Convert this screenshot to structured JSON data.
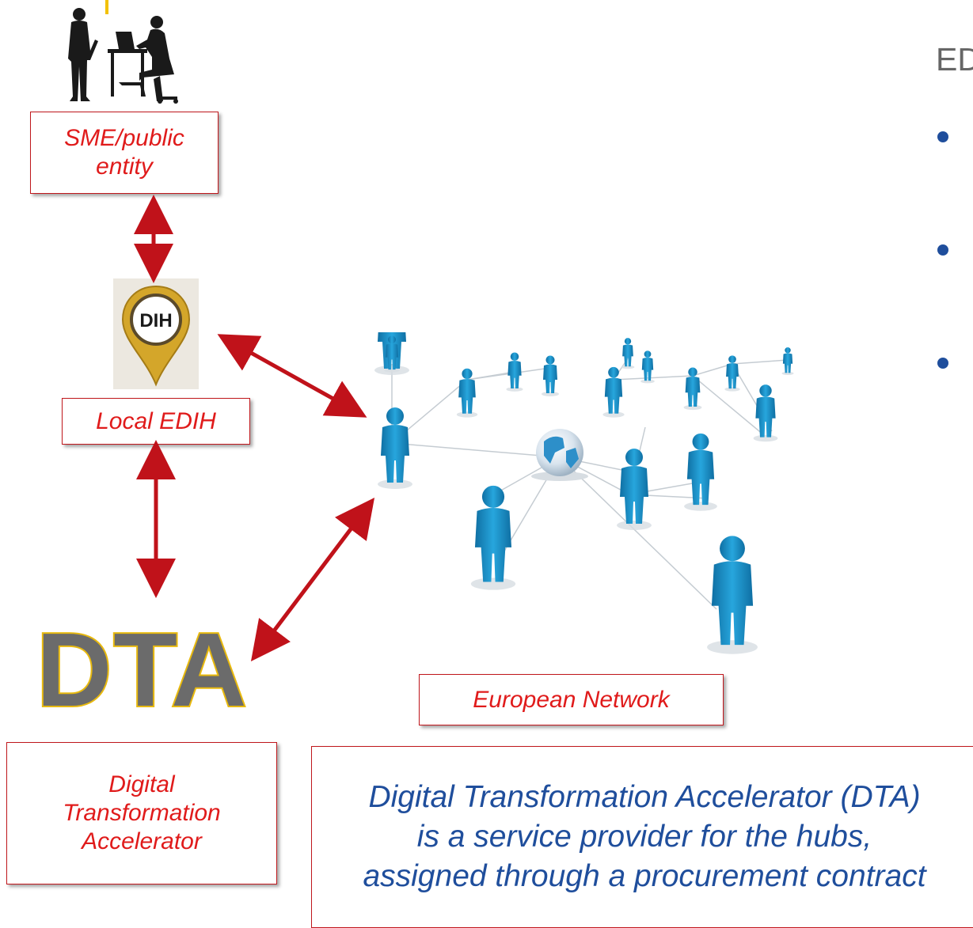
{
  "labels": {
    "sme": "SME/public entity",
    "sme_line1": "SME/public",
    "sme_line2": "entity",
    "local_edih": "Local EDIH",
    "dta_line1": "Digital",
    "dta_line2": "Transformation",
    "dta_line3": "Accelerator",
    "european_network": "European Network"
  },
  "logos": {
    "dih_pin": "DIH",
    "dta": "DTA"
  },
  "description": {
    "line1": "Digital Transformation Accelerator (DTA)",
    "line2": "is a service provider for the hubs,",
    "line3": "assigned through a procurement contract"
  },
  "side_panel": {
    "heading": "ED",
    "bullet_count": 3
  },
  "icons": [
    "people-meeting-icon",
    "dih-location-pin-icon",
    "globe-icon",
    "person-figure-icon",
    "double-arrow-icon"
  ],
  "colors": {
    "label_text": "#e01b1b",
    "label_border": "#c0171c",
    "arrow": "#c0121a",
    "description_text": "#1f4e9c",
    "bullet": "#1f4e9c",
    "heading": "#666666",
    "dta_fill": "#6b6b6b",
    "dta_outline": "#e8b90e",
    "person_blue": "#1d95cf",
    "pin_gold": "#d4a62a",
    "accent_yellow": "#f2c100"
  }
}
